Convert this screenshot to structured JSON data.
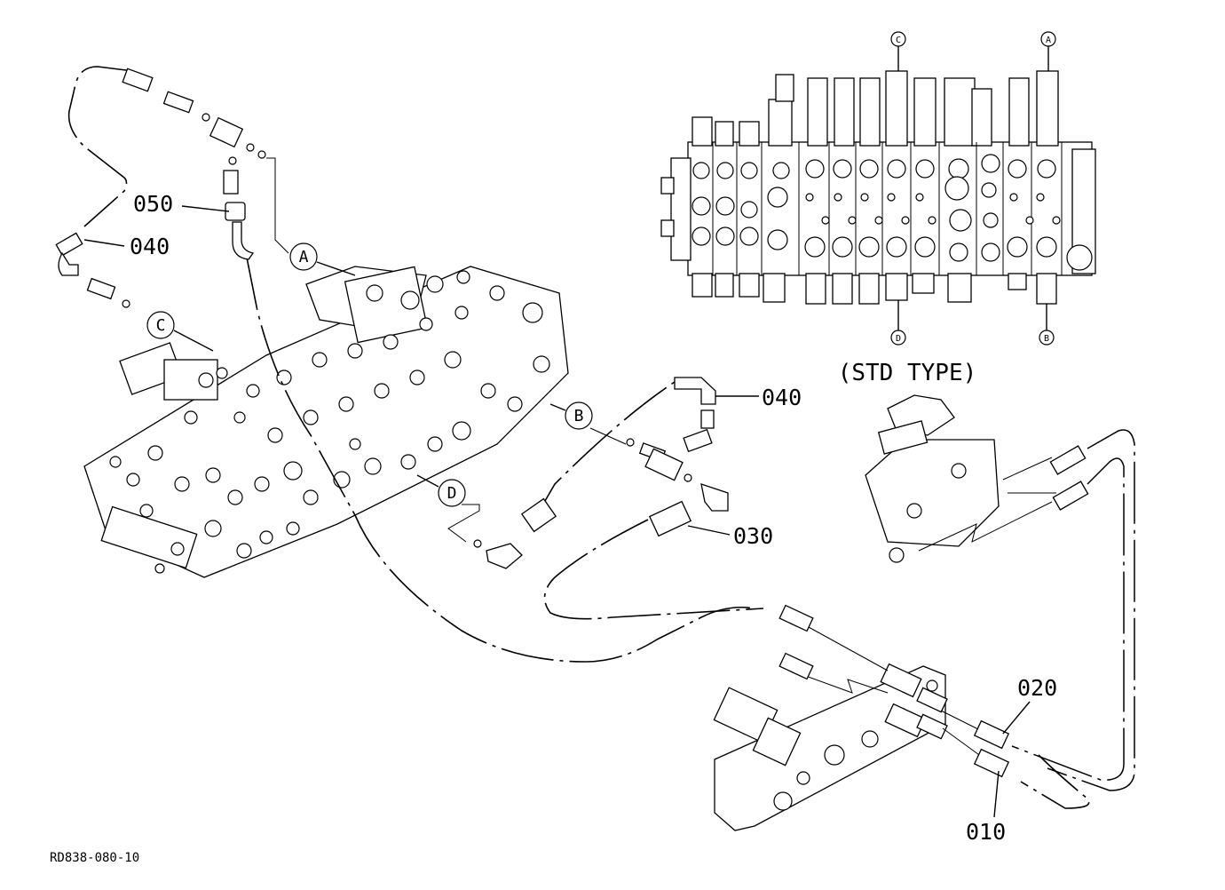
{
  "drawing_code": "RD838-080-10",
  "view_caption": "(STD TYPE)",
  "part_labels": {
    "p050": "050",
    "p040_left": "040",
    "p040_right": "040",
    "p030": "030",
    "p020": "020",
    "p010": "010"
  },
  "connection_markers": {
    "a": "A",
    "b": "B",
    "c": "C",
    "d": "D"
  }
}
